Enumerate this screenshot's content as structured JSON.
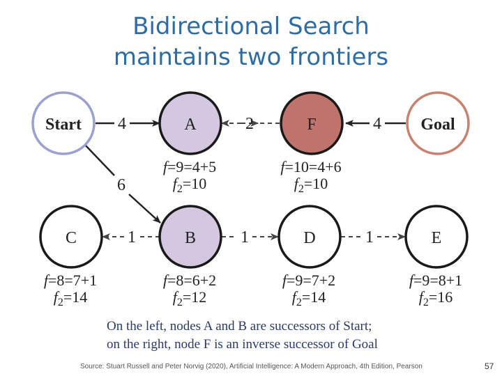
{
  "title": {
    "line1": "Bidirectional Search",
    "line2": "maintains two frontiers"
  },
  "nodes": {
    "start": {
      "label": "Start",
      "color": "#9aa0cf"
    },
    "a": {
      "label": "A",
      "fill": "#d3c8e0",
      "f": "f=9=4+5",
      "f2": "f2=10"
    },
    "f": {
      "label": "F",
      "fill": "#c0736a",
      "f": "f=10=4+6",
      "f2": "f2=10"
    },
    "goal": {
      "label": "Goal",
      "color": "#c8836f"
    },
    "c": {
      "label": "C",
      "f": "f=8=7+1",
      "f2": "f2=14"
    },
    "b": {
      "label": "B",
      "fill": "#d3c8e0",
      "f": "f=8=6+2",
      "f2": "f2=12"
    },
    "d": {
      "label": "D",
      "f": "f=9=7+2",
      "f2": "f2=14"
    },
    "e": {
      "label": "E",
      "f": "f=9=8+1",
      "f2": "f2=16"
    }
  },
  "edges": {
    "start_a": "4",
    "a_f": "2",
    "goal_f": "4",
    "start_b": "6",
    "b_c": "1",
    "b_d": "1",
    "d_e": "1"
  },
  "caption": {
    "line1": "On the left, nodes A and B are successors of Start;",
    "line2": "on the right, node F is an inverse successor of Goal"
  },
  "source": "Source: Stuart Russell and Peter Norvig (2020), Artificial Intelligence: A Modern Approach, 4th Edition, Pearson",
  "page_number": "57"
}
